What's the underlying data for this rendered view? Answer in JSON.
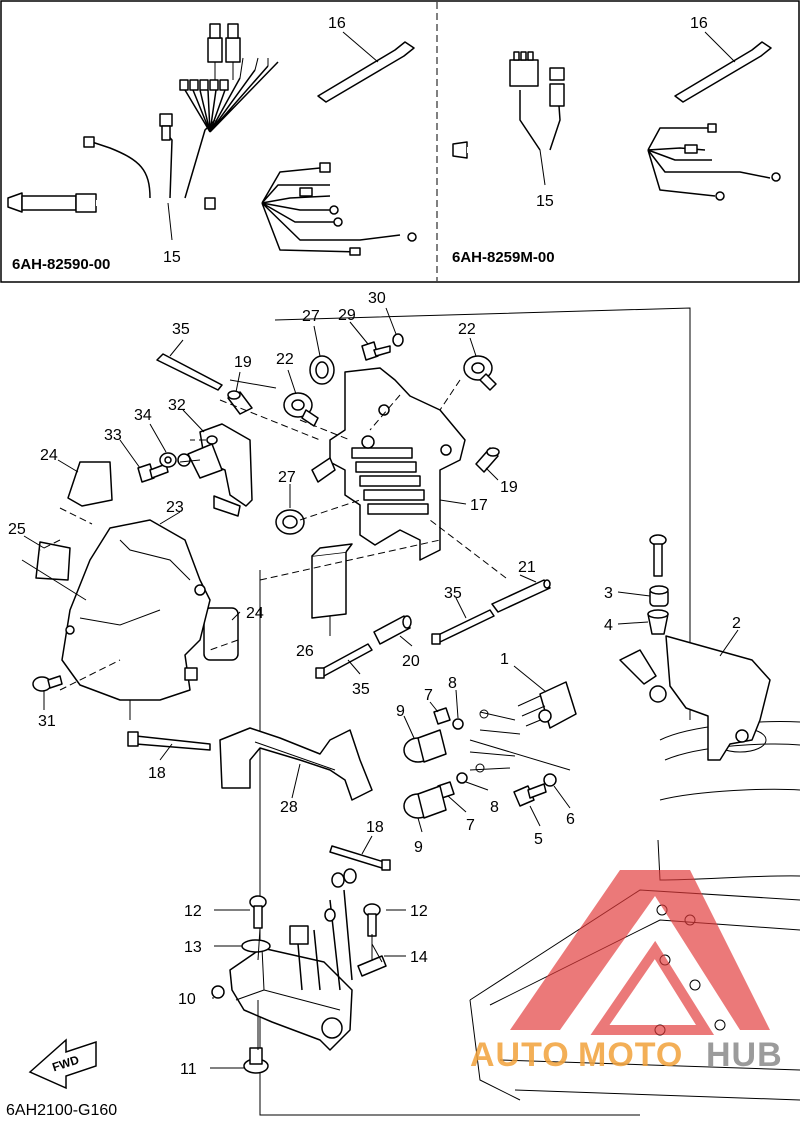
{
  "figure_code": "6AH2100-G160",
  "harness_variants": [
    {
      "code": "6AH-82590-00",
      "parts": [
        "16",
        "15"
      ]
    },
    {
      "code": "6AH-8259M-00",
      "parts": [
        "16",
        "15"
      ]
    }
  ],
  "callouts": {
    "p1": "1",
    "p2": "2",
    "p3": "3",
    "p4": "4",
    "p5": "5",
    "p6": "6",
    "p7a": "7",
    "p7b": "7",
    "p8a": "8",
    "p8b": "8",
    "p9a": "9",
    "p9b": "9",
    "p10": "10",
    "p11": "11",
    "p12a": "12",
    "p12b": "12",
    "p13": "13",
    "p14": "14",
    "p17": "17",
    "p18a": "18",
    "p18b": "18",
    "p19a": "19",
    "p19b": "19",
    "p20": "20",
    "p21": "21",
    "p22a": "22",
    "p22b": "22",
    "p23": "23",
    "p24a": "24",
    "p24b": "24",
    "p25": "25",
    "p26": "26",
    "p27a": "27",
    "p27b": "27",
    "p28": "28",
    "p29": "29",
    "p30": "30",
    "p31": "31",
    "p32": "32",
    "p33": "33",
    "p34": "34",
    "p35a": "35",
    "p35b": "35",
    "p35c": "35"
  },
  "direction_badge": "FWD",
  "watermark": {
    "brand_left": "AUTO",
    "brand_mid": "MOTO",
    "brand_right": "HUB",
    "colors": {
      "red": "#e23b3b",
      "orange": "#f2a23a",
      "grey": "#8a8a8a"
    }
  }
}
